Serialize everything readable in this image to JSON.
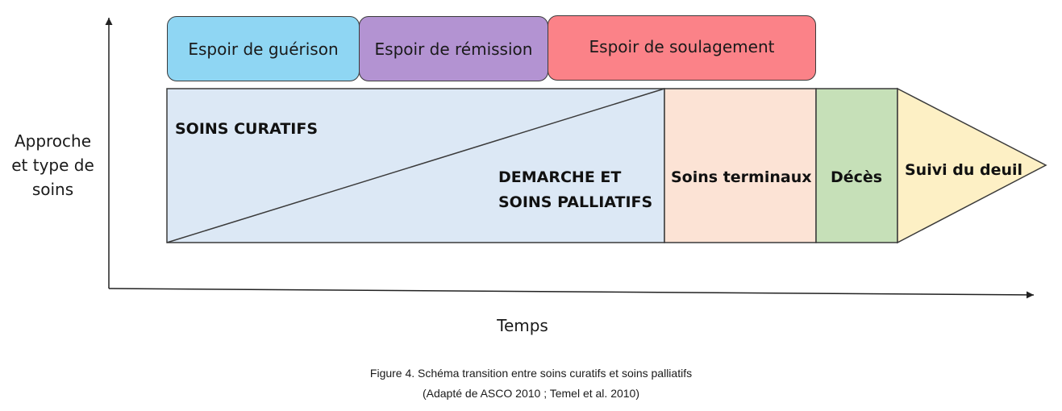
{
  "axes": {
    "y_label": "Approche et type de soins",
    "x_label": "Temps"
  },
  "hopes": [
    {
      "label": "Espoir de guérison",
      "color": "#8fd6f3"
    },
    {
      "label": "Espoir de rémission",
      "color": "#b393d2"
    },
    {
      "label": "Espoir de soulagement",
      "color": "#fb8288"
    }
  ],
  "phases": {
    "curative": {
      "label": "SOINS CURATIFS",
      "color": "#dce8f5"
    },
    "palliative": {
      "label_line1": "DEMARCHE ET",
      "label_line2": "SOINS PALLIATIFS"
    },
    "terminal": {
      "label": "Soins terminaux",
      "color": "#fce3d5"
    },
    "death": {
      "label": "Décès",
      "color": "#c6e0b8"
    },
    "grief": {
      "label": "Suivi du deuil",
      "color": "#fdf0c5"
    }
  },
  "caption": {
    "line1": "Figure 4. Schéma transition entre soins curatifs et soins palliatifs",
    "line2": "(Adapté de ASCO 2010 ; Temel et al. 2010)"
  }
}
